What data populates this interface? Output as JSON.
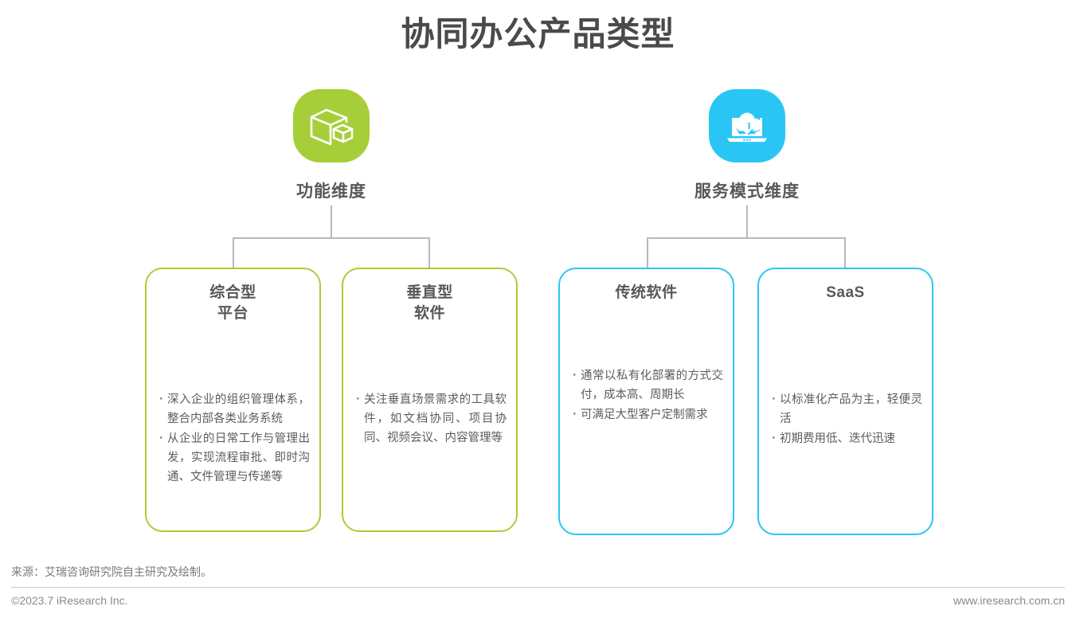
{
  "page": {
    "title": "协同办公产品类型"
  },
  "colors": {
    "green": "#A6CE39",
    "blue": "#29C6F5",
    "connector": "#b9b9b9",
    "text_gray": "#5c5c5c",
    "title_gray": "#4a4a4a"
  },
  "branches": [
    {
      "label": "功能维度",
      "icon": "package-box-icon",
      "accent": "green"
    },
    {
      "label": "服务模式维度",
      "icon": "cloud-download-laptop-icon",
      "accent": "blue"
    }
  ],
  "cards": [
    {
      "title": "综合型\n平台",
      "accent": "green",
      "bullets": [
        "深入企业的组织管理体系，整合内部各类业务系统",
        "从企业的日常工作与管理出发，实现流程审批、即时沟通、文件管理与传递等"
      ]
    },
    {
      "title": "垂直型\n软件",
      "accent": "green",
      "bullets": [
        "关注垂直场景需求的工具软件，如文档协同、项目协同、视频会议、内容管理等"
      ]
    },
    {
      "title": "传统软件",
      "accent": "blue",
      "bullets": [
        "通常以私有化部署的方式交付，成本高、周期长",
        "可满足大型客户定制需求"
      ]
    },
    {
      "title": "SaaS",
      "accent": "blue",
      "bullets": [
        "以标准化产品为主，轻便灵活",
        "初期费用低、迭代迅速"
      ]
    }
  ],
  "footer": {
    "source": "来源：艾瑞咨询研究院自主研究及绘制。",
    "copyright": "©2023.7 iResearch Inc.",
    "website": "www.iresearch.com.cn"
  }
}
